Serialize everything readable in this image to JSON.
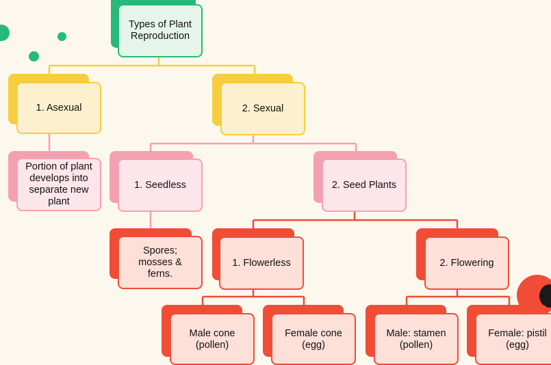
{
  "colors": {
    "background": "#fdf8ee",
    "green": "#27b97c",
    "yellow": "#f7cd3f",
    "pink": "#f4a0b3",
    "red": "#f14c35",
    "dark": "#1a1a1a"
  },
  "nodes": {
    "root": "Types of Plant Reproduction",
    "asexual": "1. Asexual",
    "sexual": "2. Sexual",
    "asexual_desc": "Portion of plant develops into separate new plant",
    "seedless": "1. Seedless",
    "seed_plants": "2. Seed Plants",
    "seedless_desc": "Spores; mosses & ferns.",
    "flowerless": "1. Flowerless",
    "flowering": "2. Flowering",
    "male_cone": "Male cone (pollen)",
    "female_cone": "Female cone (egg)",
    "male_stamen": "Male: stamen (pollen)",
    "female_pistil": "Female: pistil (egg)"
  }
}
